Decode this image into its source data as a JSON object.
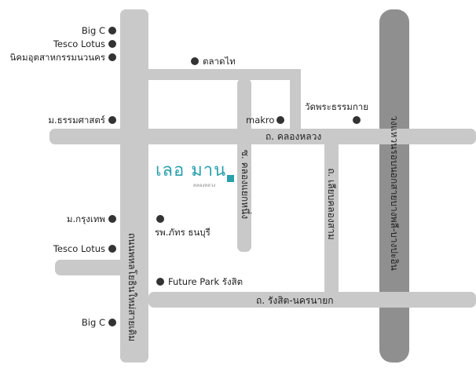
{
  "logo": {
    "name": "เลอ มาน",
    "subtext": "คลองหลวง"
  },
  "roads": {
    "khlong_luang": "ถ. คลองหลวง",
    "rangsit_nakhon_nayok": "ถ. รังสิต-นครนายก",
    "soi_khlong_nueng": "ซ. คลองแยกหนึ่ง",
    "khlong_sam_road": "ถ. เลียบคลองสาม",
    "phahonyothin": "ถนนพหลโยธินใหม่สายเดิม",
    "ring_road": "วงแหวนรอบนอกสายบางพลี-บางปะอิน"
  },
  "places": {
    "big_c_top": "Big C",
    "tesco_top": "Tesco Lotus",
    "nikhom": "นิคมอุตสาหกรรมนวนคร",
    "talat_thai": "ตลาดไท",
    "wat": "วัดพระธรรมกาย",
    "makro": "makro",
    "thammasat": "ม.ธรรมศาสตร์",
    "krungthep": "ม.กรุงเทพ",
    "hospital": "รพ.ภัทร ธนบุรี",
    "tesco_bottom": "Tesco Lotus",
    "future_park": "Future Park รังสิต",
    "big_c_bottom": "Big C"
  }
}
